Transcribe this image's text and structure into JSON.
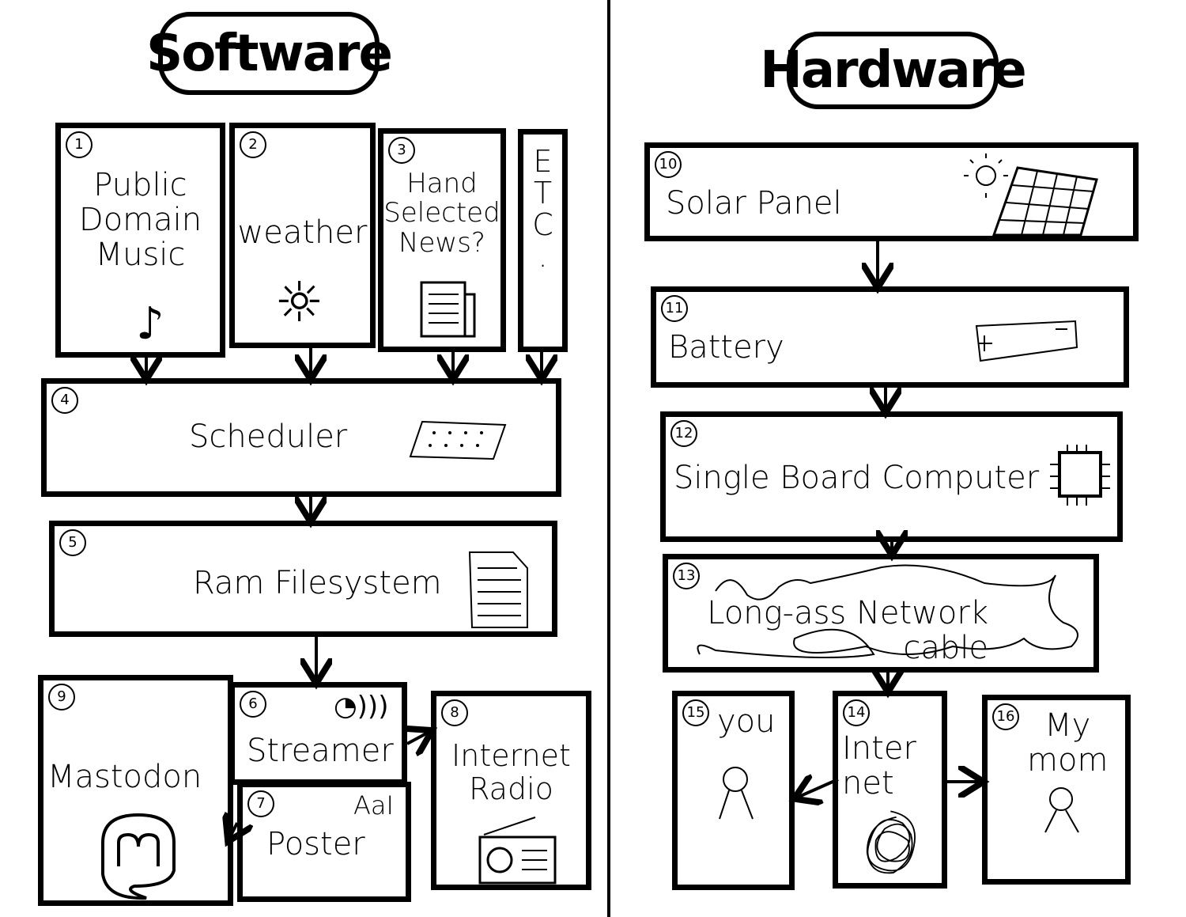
{
  "software": {
    "title": "Software",
    "boxes": [
      {
        "num": "1",
        "label": "Public\nDomain\nMusic",
        "icon": "music-note-icon"
      },
      {
        "num": "2",
        "label": "weather",
        "icon": "sun-icon"
      },
      {
        "num": "3",
        "label": "Hand\nSelected\nNews?",
        "icon": "newspaper-icon"
      },
      {
        "num": "",
        "label": "E\nT\nC\n."
      },
      {
        "num": "4",
        "label": "Scheduler",
        "icon": "calendar-icon"
      },
      {
        "num": "5",
        "label": "Ram  Filesystem",
        "icon": "document-icon"
      },
      {
        "num": "9",
        "label": "Mastodon",
        "icon": "mastodon-icon"
      },
      {
        "num": "6",
        "label": "Streamer",
        "icon": "broadcast-icon"
      },
      {
        "num": "7",
        "label": "Poster",
        "extra": "AaI"
      },
      {
        "num": "8",
        "label": "Internet\nRadio",
        "icon": "radio-icon"
      }
    ]
  },
  "hardware": {
    "title": "Hardware",
    "boxes": [
      {
        "num": "10",
        "label": "Solar  Panel",
        "icon": "solar-panel-icon"
      },
      {
        "num": "11",
        "label": "Battery",
        "icon": "battery-icon"
      },
      {
        "num": "12",
        "label": "Single  Board  Computer",
        "icon": "chip-icon"
      },
      {
        "num": "13",
        "label": "Long-ass  Network\ncable",
        "icon": "tangled-cable-icon"
      },
      {
        "num": "15",
        "label": "you",
        "icon": "person-icon"
      },
      {
        "num": "14",
        "label": "Inter\nnet",
        "icon": "scribble-icon"
      },
      {
        "num": "16",
        "label": "My\nmom",
        "icon": "person-icon"
      }
    ]
  }
}
